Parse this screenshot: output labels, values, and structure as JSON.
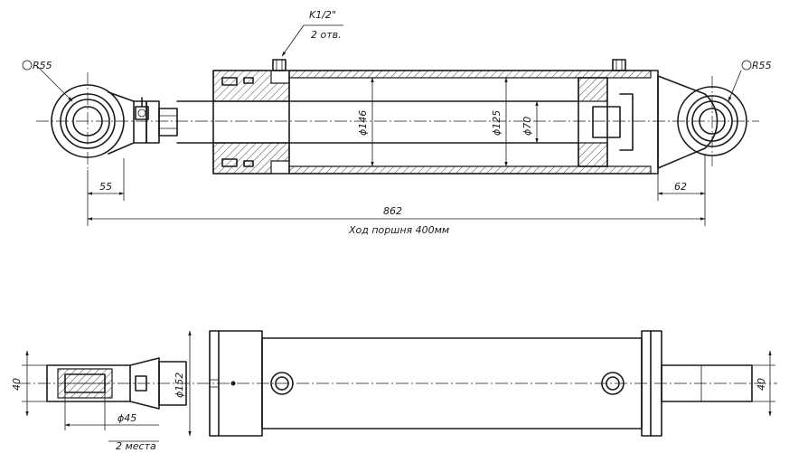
{
  "labels": {
    "port_thread": "K1/2\"",
    "port_count": "2 отв.",
    "eye_radius_left": "R55",
    "eye_radius_right": "R55",
    "eye_offset_left": "55",
    "eye_offset_right": "62",
    "overall_length": "862",
    "stroke_note": "Ход поршня 400мм",
    "bore_outer": "ϕ146",
    "bore_inner": "ϕ125",
    "rod_diameter": "ϕ70",
    "flange_diameter": "ϕ152",
    "pin_bore": "ϕ45",
    "pin_bore_count": "2 места",
    "eye_width_left": "40",
    "eye_width_right": "40"
  }
}
